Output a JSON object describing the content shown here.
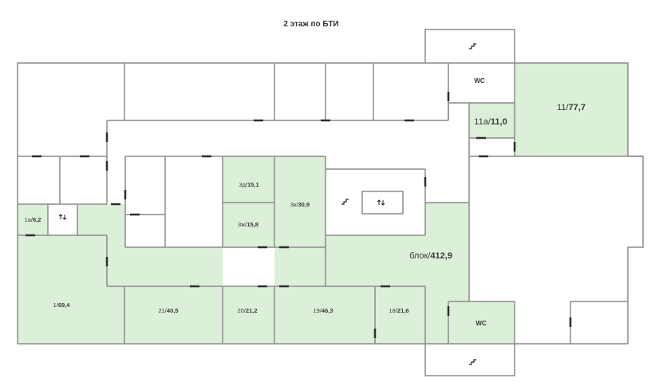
{
  "title": "2 этаж по БТИ",
  "colors": {
    "wall": "#8c8c8c",
    "highlight": "#dcefd8",
    "door": "#2e2e2e",
    "text": "#333333"
  },
  "rooms": [
    {
      "id": "r11",
      "name": "11/",
      "area": "77,7"
    },
    {
      "id": "r11a",
      "name": "11а/",
      "area": "11,0"
    },
    {
      "id": "r3d",
      "name": "3д/",
      "area": "15,1"
    },
    {
      "id": "r3zh",
      "name": "3ж/",
      "area": "15,8"
    },
    {
      "id": "r3k",
      "name": "3к/",
      "area": "30,9"
    },
    {
      "id": "r1a",
      "name": "1а/",
      "area": "6,2"
    },
    {
      "id": "rblok",
      "name": "блок/",
      "area": "412,9"
    },
    {
      "id": "r1",
      "name": "1/",
      "area": "69,4"
    },
    {
      "id": "r21",
      "name": "21/",
      "area": "40,5"
    },
    {
      "id": "r20",
      "name": "20/",
      "area": "21,2"
    },
    {
      "id": "r19",
      "name": "19/",
      "area": "46,3"
    },
    {
      "id": "r18",
      "name": "18/",
      "area": "21,6"
    }
  ],
  "wc_label_top": "WC",
  "wc_label_bottom": "WC"
}
